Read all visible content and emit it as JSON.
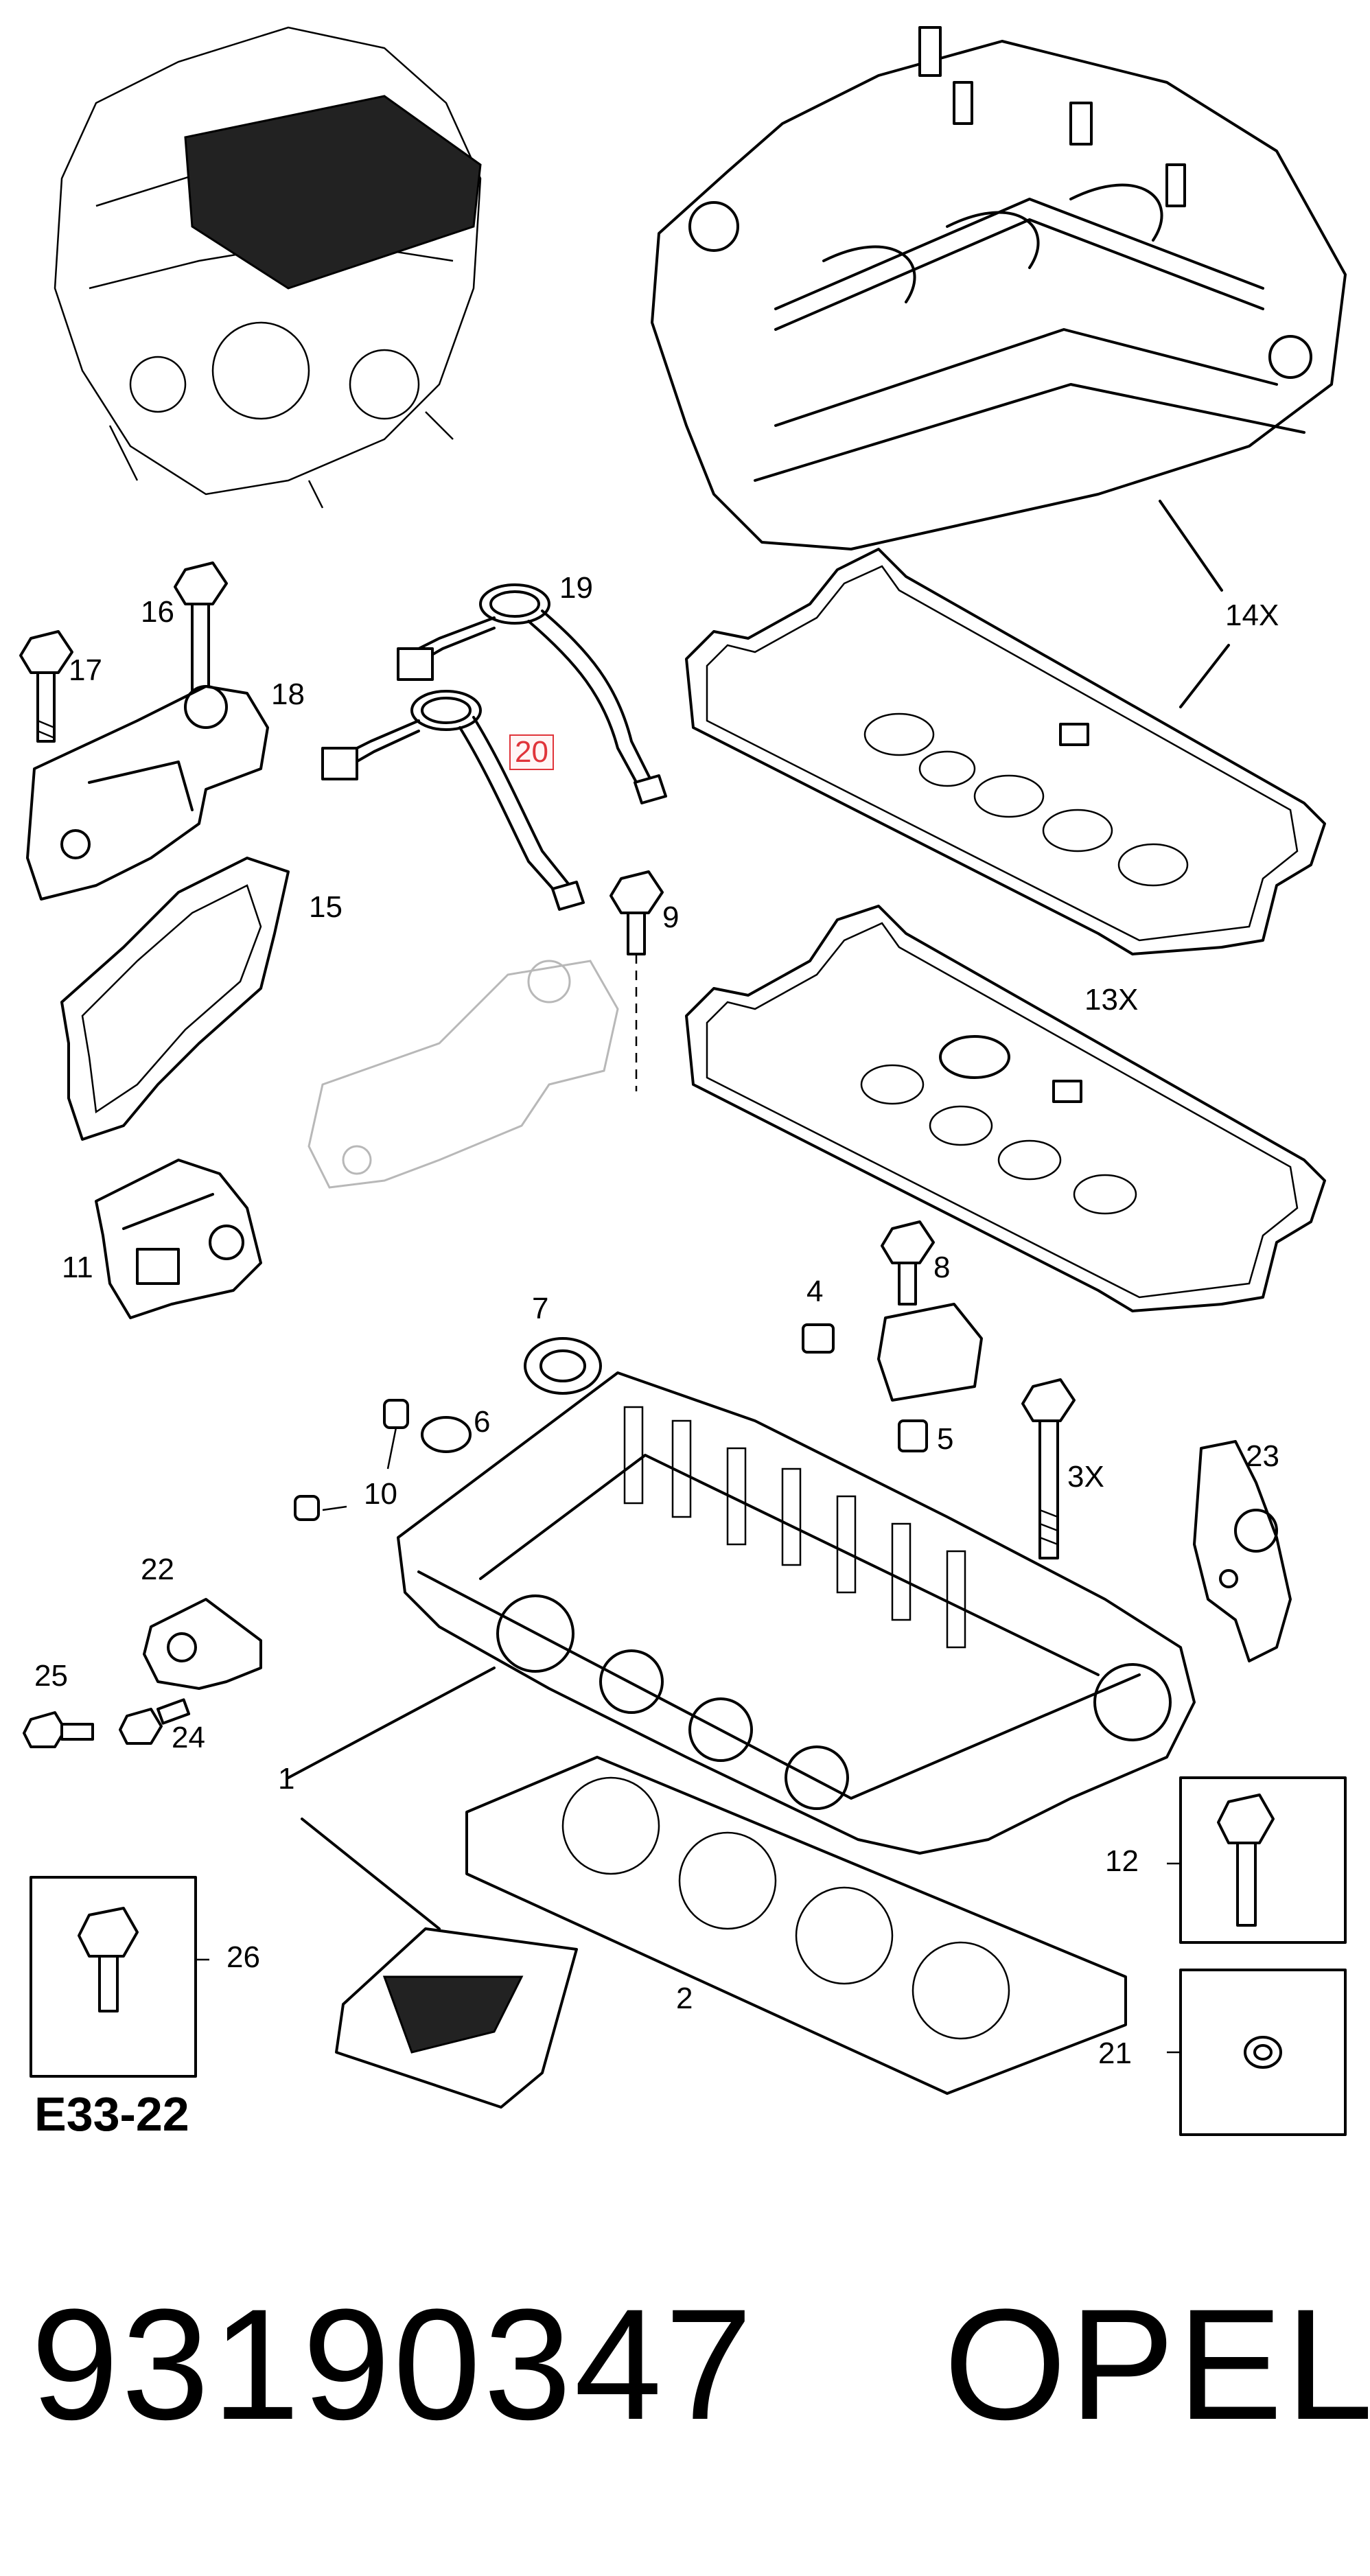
{
  "diagram": {
    "code": "E33-22",
    "part_number": "93190347",
    "brand": "OPEL",
    "callouts": [
      {
        "id": "c1",
        "text": "1"
      },
      {
        "id": "c2",
        "text": "2"
      },
      {
        "id": "c3x",
        "text": "3X"
      },
      {
        "id": "c4",
        "text": "4"
      },
      {
        "id": "c5",
        "text": "5"
      },
      {
        "id": "c6",
        "text": "6"
      },
      {
        "id": "c7",
        "text": "7"
      },
      {
        "id": "c8",
        "text": "8"
      },
      {
        "id": "c9",
        "text": "9"
      },
      {
        "id": "c10",
        "text": "10"
      },
      {
        "id": "c11",
        "text": "11"
      },
      {
        "id": "c12",
        "text": "12"
      },
      {
        "id": "c13x",
        "text": "13X"
      },
      {
        "id": "c14x",
        "text": "14X"
      },
      {
        "id": "c15",
        "text": "15"
      },
      {
        "id": "c16",
        "text": "16"
      },
      {
        "id": "c17",
        "text": "17"
      },
      {
        "id": "c18",
        "text": "18"
      },
      {
        "id": "c19",
        "text": "19"
      },
      {
        "id": "c20",
        "text": "20",
        "highlighted": true
      },
      {
        "id": "c21",
        "text": "21"
      },
      {
        "id": "c22",
        "text": "22"
      },
      {
        "id": "c23",
        "text": "23"
      },
      {
        "id": "c24",
        "text": "24"
      },
      {
        "id": "c25",
        "text": "25"
      },
      {
        "id": "c26",
        "text": "26"
      }
    ],
    "highlight_color": "#e0343a"
  }
}
